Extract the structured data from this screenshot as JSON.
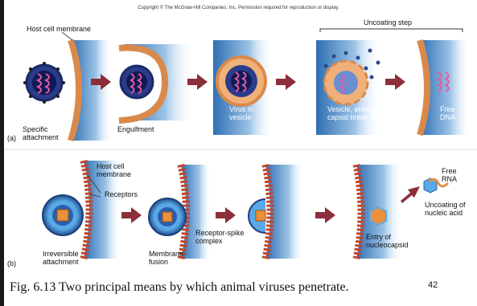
{
  "copyright": "Copyright © The McGraw-Hill Companies, Inc. Permission required for reproduction or display.",
  "panel_a": {
    "tag": "(a)",
    "host_membrane": "Host cell membrane",
    "uncoating_step": "Uncoating step",
    "specific_attachment": "Specific\nattachment",
    "engulfment": "Engulfment",
    "virus_in_vesicle": "Virus in\nvesicle",
    "breakdown": "Vesicle, envelope, and\ncapsid break down",
    "free_dna": "Free\nDNA"
  },
  "panel_b": {
    "tag": "(b)",
    "host_membrane": "Host cell\nmembrane",
    "receptors": "Receptors",
    "irreversible": "Irreversible\nattachment",
    "membrane_fusion": "Membrane\nfusion",
    "receptor_spike": "Receptor-spike\ncomplex",
    "entry": "Entry of\nnucleocapsid",
    "free_rna": "Free\nRNA",
    "uncoating_nucleic": "Uncoating of\nnucleic acid"
  },
  "caption": "Fig. 6.13 Two principal means by which animal viruses penetrate.",
  "page_number": "42",
  "colors": {
    "membrane": "#d98a4a",
    "cytoplasm": "#3f86c8",
    "arrow": "#8c2f3b",
    "virus_core": "#1b2a6b",
    "dna": "#e75aa0"
  }
}
